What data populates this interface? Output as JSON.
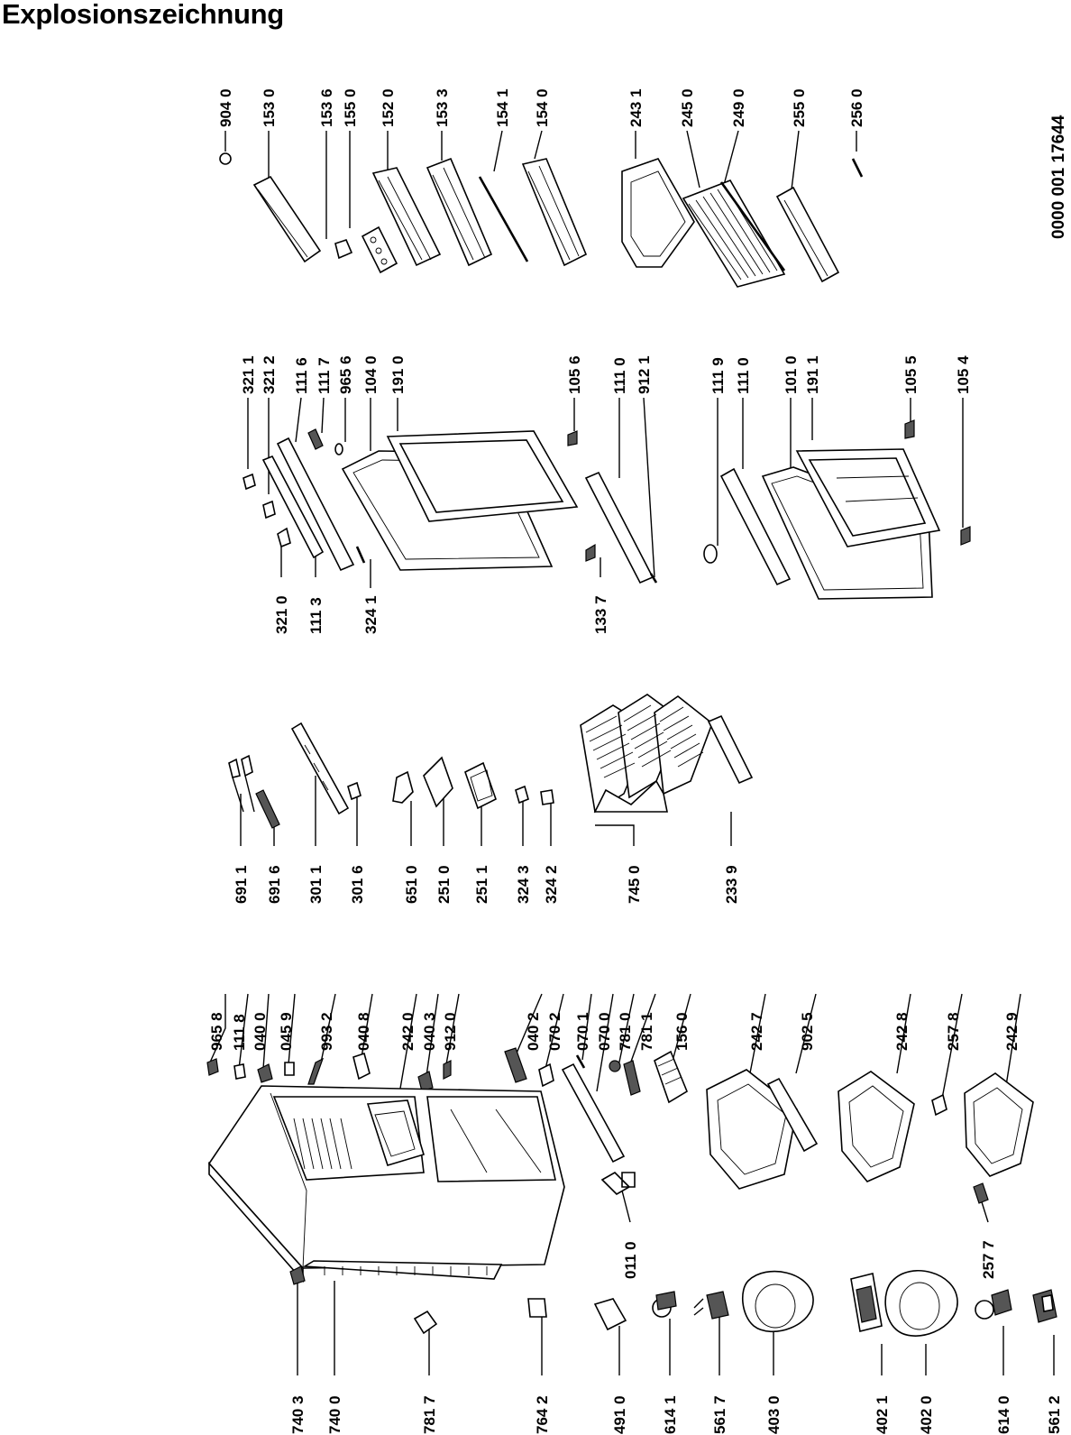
{
  "title": "Explosionszeichnung",
  "document_number": "0000 001 17644",
  "parts": [
    "904 0",
    "153 0",
    "153 6",
    "155 0",
    "152 0",
    "153 3",
    "154 1",
    "154 0",
    "243 1",
    "245 0",
    "249 0",
    "255 0",
    "256 0",
    "321 1",
    "321 2",
    "111 6",
    "111 7",
    "965 6",
    "104 0",
    "191 0",
    "105 6",
    "111 0",
    "912 1",
    "111 9",
    "111 0",
    "101 0",
    "191 1",
    "105 5",
    "105 4",
    "321 0",
    "111 3",
    "324 1",
    "133 7",
    "691 1",
    "691 6",
    "301 1",
    "301 6",
    "651 0",
    "251 0",
    "251 1",
    "324 3",
    "324 2",
    "745 0",
    "233 9",
    "965 8",
    "111 8",
    "040 0",
    "045 9",
    "993 2",
    "040 8",
    "242 0",
    "040 3",
    "912 0",
    "040 2",
    "070 2",
    "070 1",
    "070 0",
    "781 0",
    "781 1",
    "156 0",
    "242 7",
    "902 5",
    "242 8",
    "257 8",
    "242 9",
    "011 0",
    "257 7",
    "740 3",
    "740 0",
    "781 7",
    "764 2",
    "491 0",
    "614 1",
    "561 7",
    "403 0",
    "402 1",
    "402 0",
    "614 0",
    "561 2"
  ]
}
